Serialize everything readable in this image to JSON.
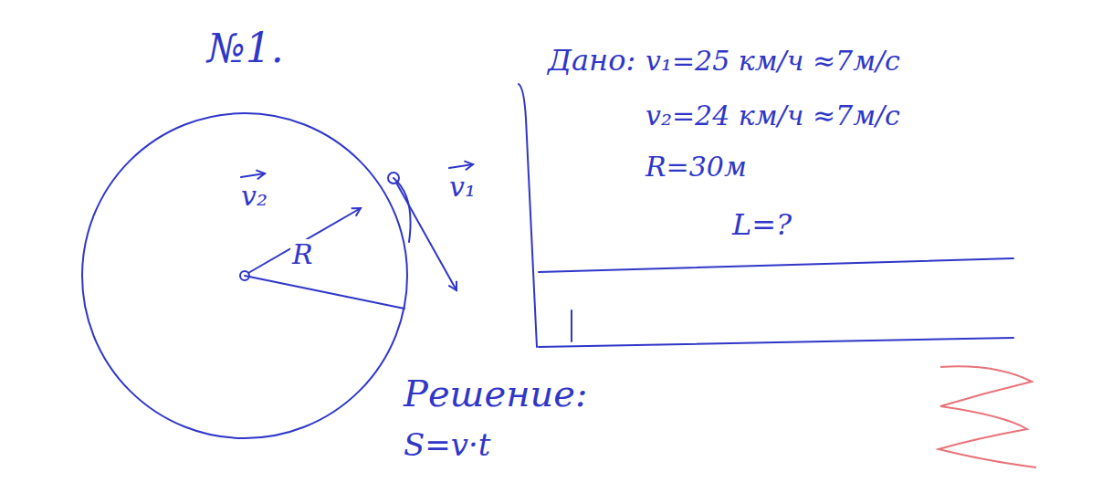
{
  "diagram": {
    "labels": [
      "№1.",
      "Дано:",
      "v₁=25 км/ч ≈7м/с",
      "v₂=24 км/ч ≈7м/с",
      "R=30м",
      "L=?",
      "Решение:",
      "S=v·t",
      "v₂",
      "v₁",
      "R"
    ]
  }
}
